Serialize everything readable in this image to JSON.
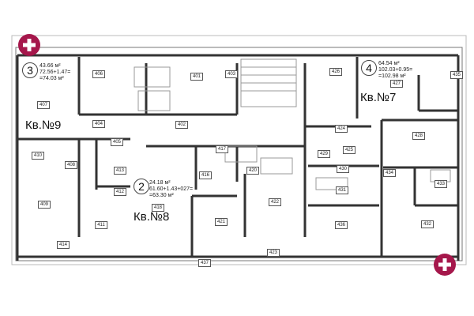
{
  "apartments": [
    {
      "number": "3",
      "line1": "43.66 м²",
      "line2": "72.56+1.47=",
      "line3": "=74.03 м²",
      "name": "Кв.№9"
    },
    {
      "number": "4",
      "line1": "64.54 м²",
      "line2": "102.03+0.95=",
      "line3": "=102.98 м²",
      "name": "Кв.№7"
    },
    {
      "number": "2",
      "line1": "24.18 м²",
      "line2": "61.60+1.43+027=",
      "line3": "=63.30 м²",
      "name": "Кв.№8"
    }
  ],
  "rooms": [
    "406",
    "401",
    "403",
    "407",
    "404",
    "402",
    "405",
    "417",
    "410",
    "408",
    "413",
    "412",
    "416",
    "420",
    "409",
    "411",
    "418",
    "421",
    "422",
    "414",
    "437",
    "423",
    "426",
    "427",
    "435",
    "424",
    "428",
    "425",
    "429",
    "430",
    "434",
    "433",
    "431",
    "436",
    "432"
  ],
  "zoom_buttons": {
    "color": "#a5174b",
    "icon": "plus-icon"
  }
}
